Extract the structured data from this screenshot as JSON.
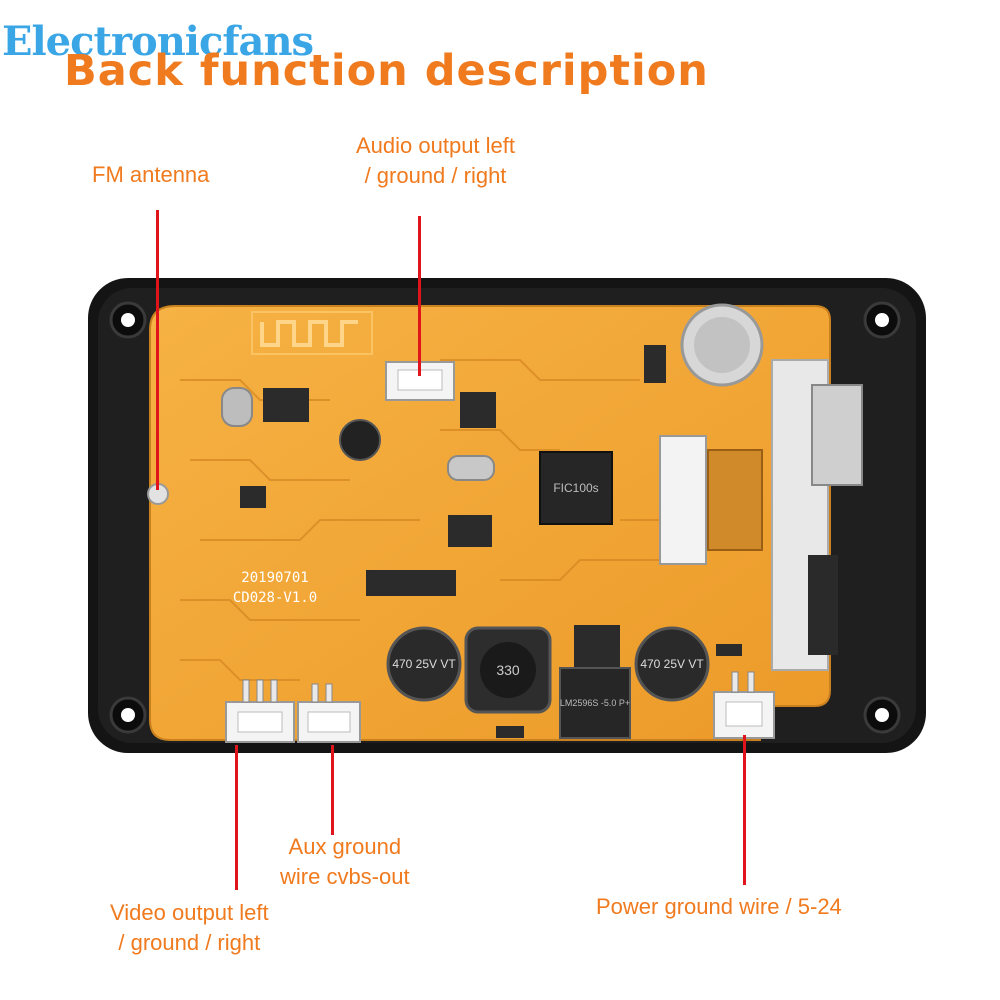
{
  "brand": "Electronicfans",
  "title": "Back function description",
  "labels": {
    "fm_antenna": "FM antenna",
    "audio_output_line1": "Audio output left",
    "audio_output_line2": "/ ground / right",
    "aux_ground_line1": "Aux ground",
    "aux_ground_line2": "wire cvbs-out",
    "video_output_line1": "Video output left",
    "video_output_line2": "/ ground / right",
    "power_ground": "Power ground wire / 5-24"
  },
  "board": {
    "date_code": "20190701",
    "model_code": "CD028-V1.0",
    "chip_label": "FIC100s",
    "cap1_label": "470 25V VT",
    "cap2_label": "470 25V VT",
    "inductor_label": "330",
    "regulator_label": "LM2596S -5.0 P+"
  },
  "colors": {
    "label_orange": "#f07a1e",
    "brand_blue": "#3aa6e6",
    "pointer_red": "#e1141c",
    "pcb_orange": "#f0a030",
    "frame_black": "#141414"
  }
}
